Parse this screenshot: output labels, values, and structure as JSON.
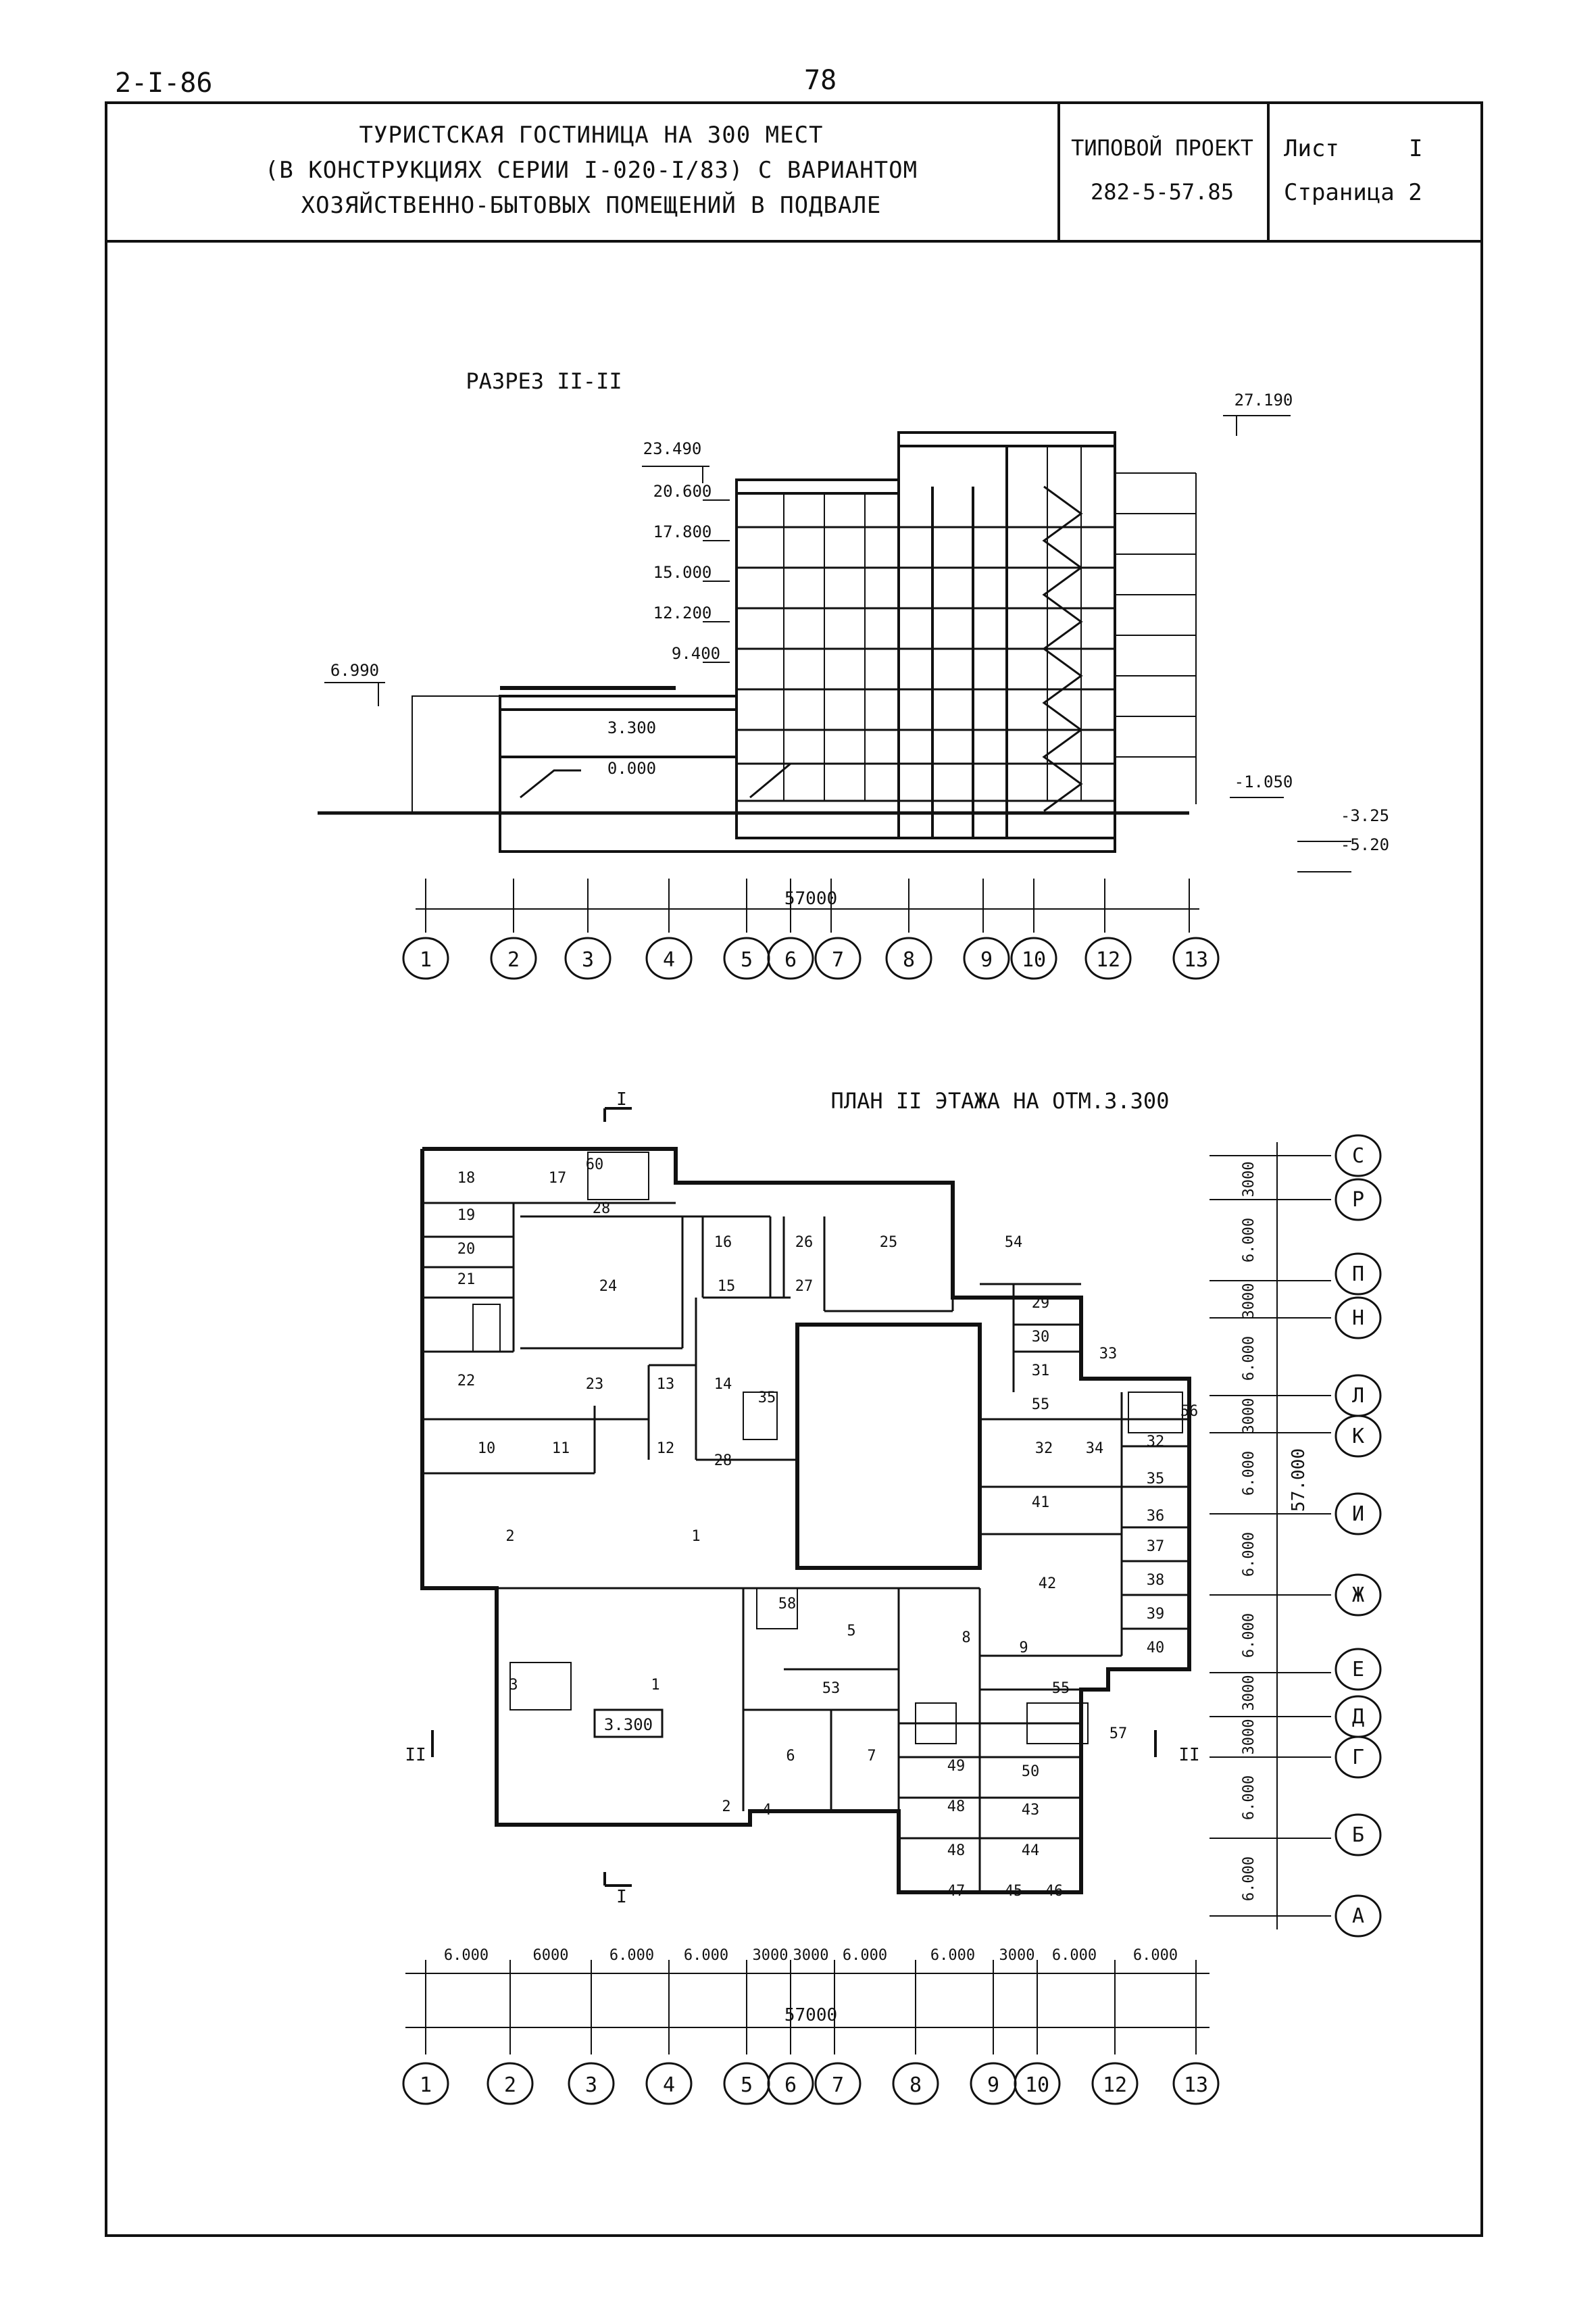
{
  "header": {
    "doc_code": "2-I-86",
    "page_number": "78",
    "title_lines": [
      "ТУРИСТСКАЯ ГОСТИНИЦА НА 300 МЕСТ",
      "(В КОНСТРУКЦИЯХ СЕРИИ I-020-I/83) С ВАРИАНТОМ",
      "ХОЗЯЙСТВЕННО-БЫТОВЫХ ПОМЕЩЕНИЙ В ПОДВАЛЕ"
    ],
    "project_label": "ТИПОВОЙ ПРОЕКТ",
    "project_number": "282-5-57.85",
    "sheet_label": "Лист",
    "sheet_value": "I",
    "page_label": "Страница 2"
  },
  "section": {
    "title": "РАЗРЕЗ II-II",
    "elevations": [
      "27.190",
      "23.490",
      "20.600",
      "17.800",
      "15.000",
      "12.200",
      "9.400",
      "6.990",
      "3.300",
      "0.000",
      "-1.050",
      "-3.25",
      "-5.20"
    ],
    "overall_dimension": "57000",
    "axes": [
      "1",
      "2",
      "3",
      "4",
      "5",
      "6",
      "7",
      "8",
      "9",
      "10",
      "12",
      "13"
    ]
  },
  "plan": {
    "title": "ПЛАН II ЭТАЖА НА ОТМ.3.300",
    "level_mark": "3.300",
    "cut_markers": [
      "I",
      "I",
      "II",
      "II"
    ],
    "row_axes": [
      "С",
      "Р",
      "П",
      "Н",
      "Л",
      "К",
      "И",
      "Ж",
      "Е",
      "Д",
      "Г",
      "Б",
      "А"
    ],
    "row_dimensions": [
      "3000",
      "6.000",
      "3000",
      "6.000",
      "3000",
      "6.000",
      "6.000",
      "6.000",
      "3000",
      "3000",
      "6.000",
      "6.000"
    ],
    "row_overall": "57.000",
    "column_dimensions": [
      "6.000",
      "6000",
      "6.000",
      "6.000",
      "3000",
      "3000",
      "6.000",
      "6.000",
      "3000",
      "6.000",
      "6.000"
    ],
    "column_overall": "57000",
    "column_axes": [
      "1",
      "2",
      "3",
      "4",
      "5",
      "6",
      "7",
      "8",
      "9",
      "10",
      "12",
      "13"
    ],
    "rooms": [
      "18",
      "17",
      "60",
      "28",
      "19",
      "20",
      "21",
      "16",
      "26",
      "25",
      "54",
      "24",
      "15",
      "27",
      "29",
      "30",
      "31",
      "33",
      "22",
      "23",
      "13",
      "14",
      "35",
      "55",
      "56",
      "10",
      "11",
      "12",
      "28",
      "32",
      "34",
      "32",
      "35",
      "41",
      "36",
      "2",
      "1",
      "37",
      "42",
      "38",
      "58",
      "39",
      "5",
      "8",
      "40",
      "9",
      "3",
      "1",
      "53",
      "55",
      "57",
      "6",
      "7",
      "49",
      "50",
      "48",
      "43",
      "2",
      "4",
      "48",
      "44",
      "47",
      "45",
      "46"
    ]
  }
}
